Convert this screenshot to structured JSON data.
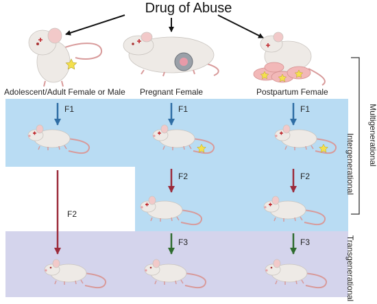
{
  "title": "Drug of Abuse",
  "sources": [
    {
      "label": "Adolescent/Adult Female or Male"
    },
    {
      "label": "Pregnant Female"
    },
    {
      "label": "Postpartum Female"
    }
  ],
  "generations": {
    "f1": "F1",
    "f2": "F2",
    "f3": "F3"
  },
  "side_labels": {
    "multigenerational": "Multigenerational",
    "intergenerational": "Intergenerational",
    "transgenerational": "Transgenerational"
  },
  "colors": {
    "band_blue": "#b9dcf3",
    "band_purple": "#d4d4ec",
    "arrow_f1": "#2e6da4",
    "arrow_f2": "#9b2a3a",
    "arrow_f3": "#2e6b2e",
    "mouse_body": "#eeeae6",
    "mouse_tail": "#d89a9a",
    "star": "#f4e04d"
  }
}
